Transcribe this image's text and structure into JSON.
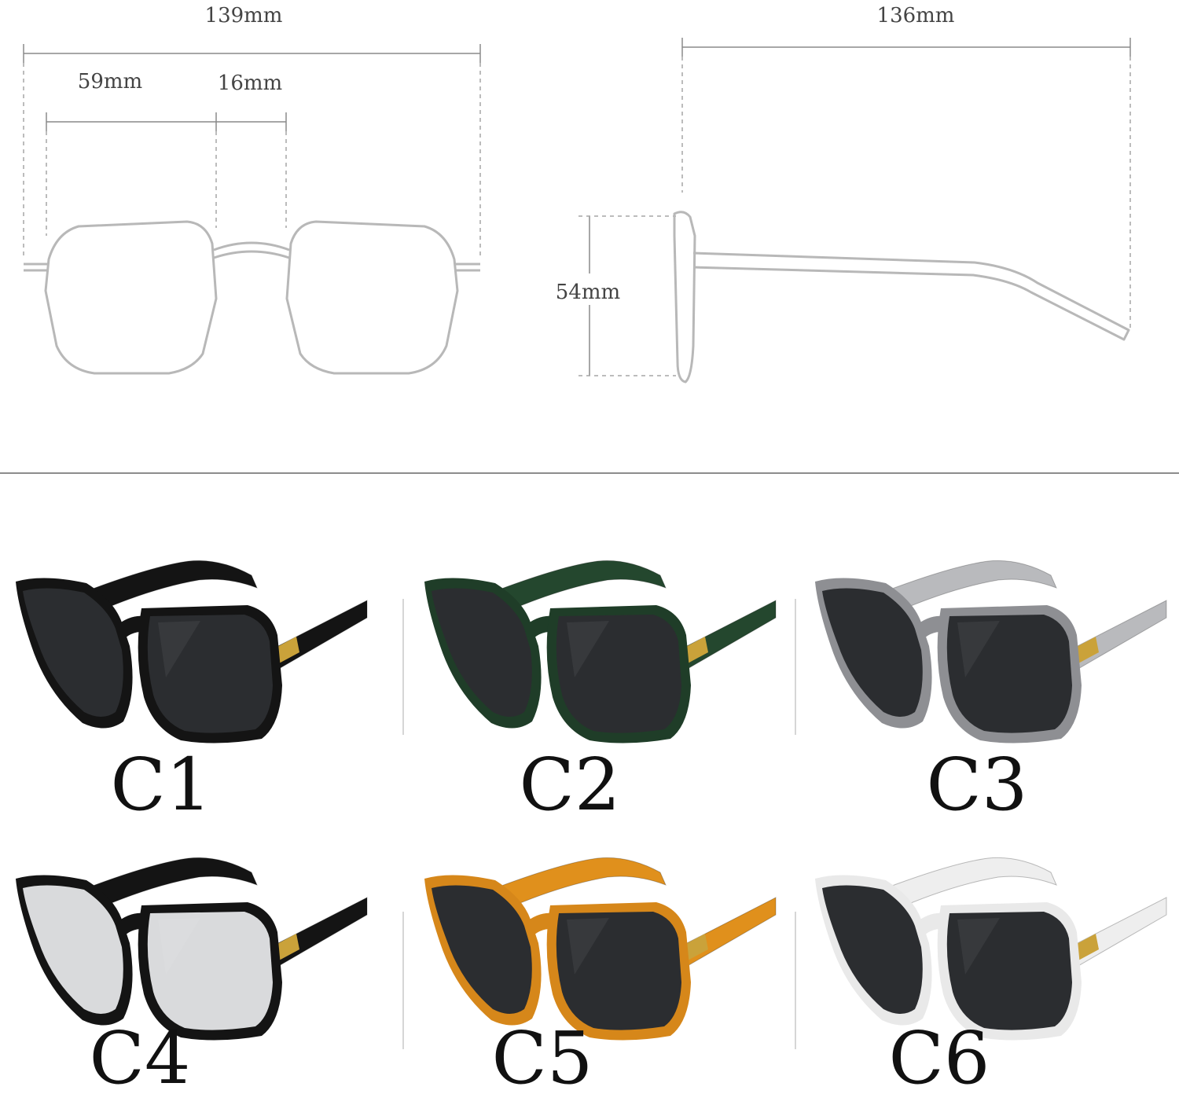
{
  "dimensions": {
    "total_width": "139mm",
    "lens_width": "59mm",
    "bridge_width": "16mm",
    "temple_length": "136mm",
    "lens_height": "54mm"
  },
  "variants": [
    {
      "label": "C1",
      "frame_color": "#141414",
      "temple_color": "#141414",
      "lens_color": "#2b2d30"
    },
    {
      "label": "C2",
      "frame_color": "#1f3d28",
      "temple_color": "#24472e",
      "lens_color": "#2b2d30"
    },
    {
      "label": "C3",
      "frame_color": "#8e8f93",
      "temple_color": "#b9babd",
      "lens_color": "#2b2d30"
    },
    {
      "label": "C4",
      "frame_color": "#141414",
      "temple_color": "#141414",
      "lens_color": "#d9dadc"
    },
    {
      "label": "C5",
      "frame_color": "#d6871a",
      "temple_color": "#e0901c",
      "lens_color": "#2b2d30"
    },
    {
      "label": "C6",
      "frame_color": "#e9e9e9",
      "temple_color": "#eeeeee",
      "lens_color": "#2b2d30"
    }
  ],
  "colors": {
    "hinge_accent": "#caa23a",
    "line": "#bdbdbd",
    "divider": "#8c8c8c"
  }
}
